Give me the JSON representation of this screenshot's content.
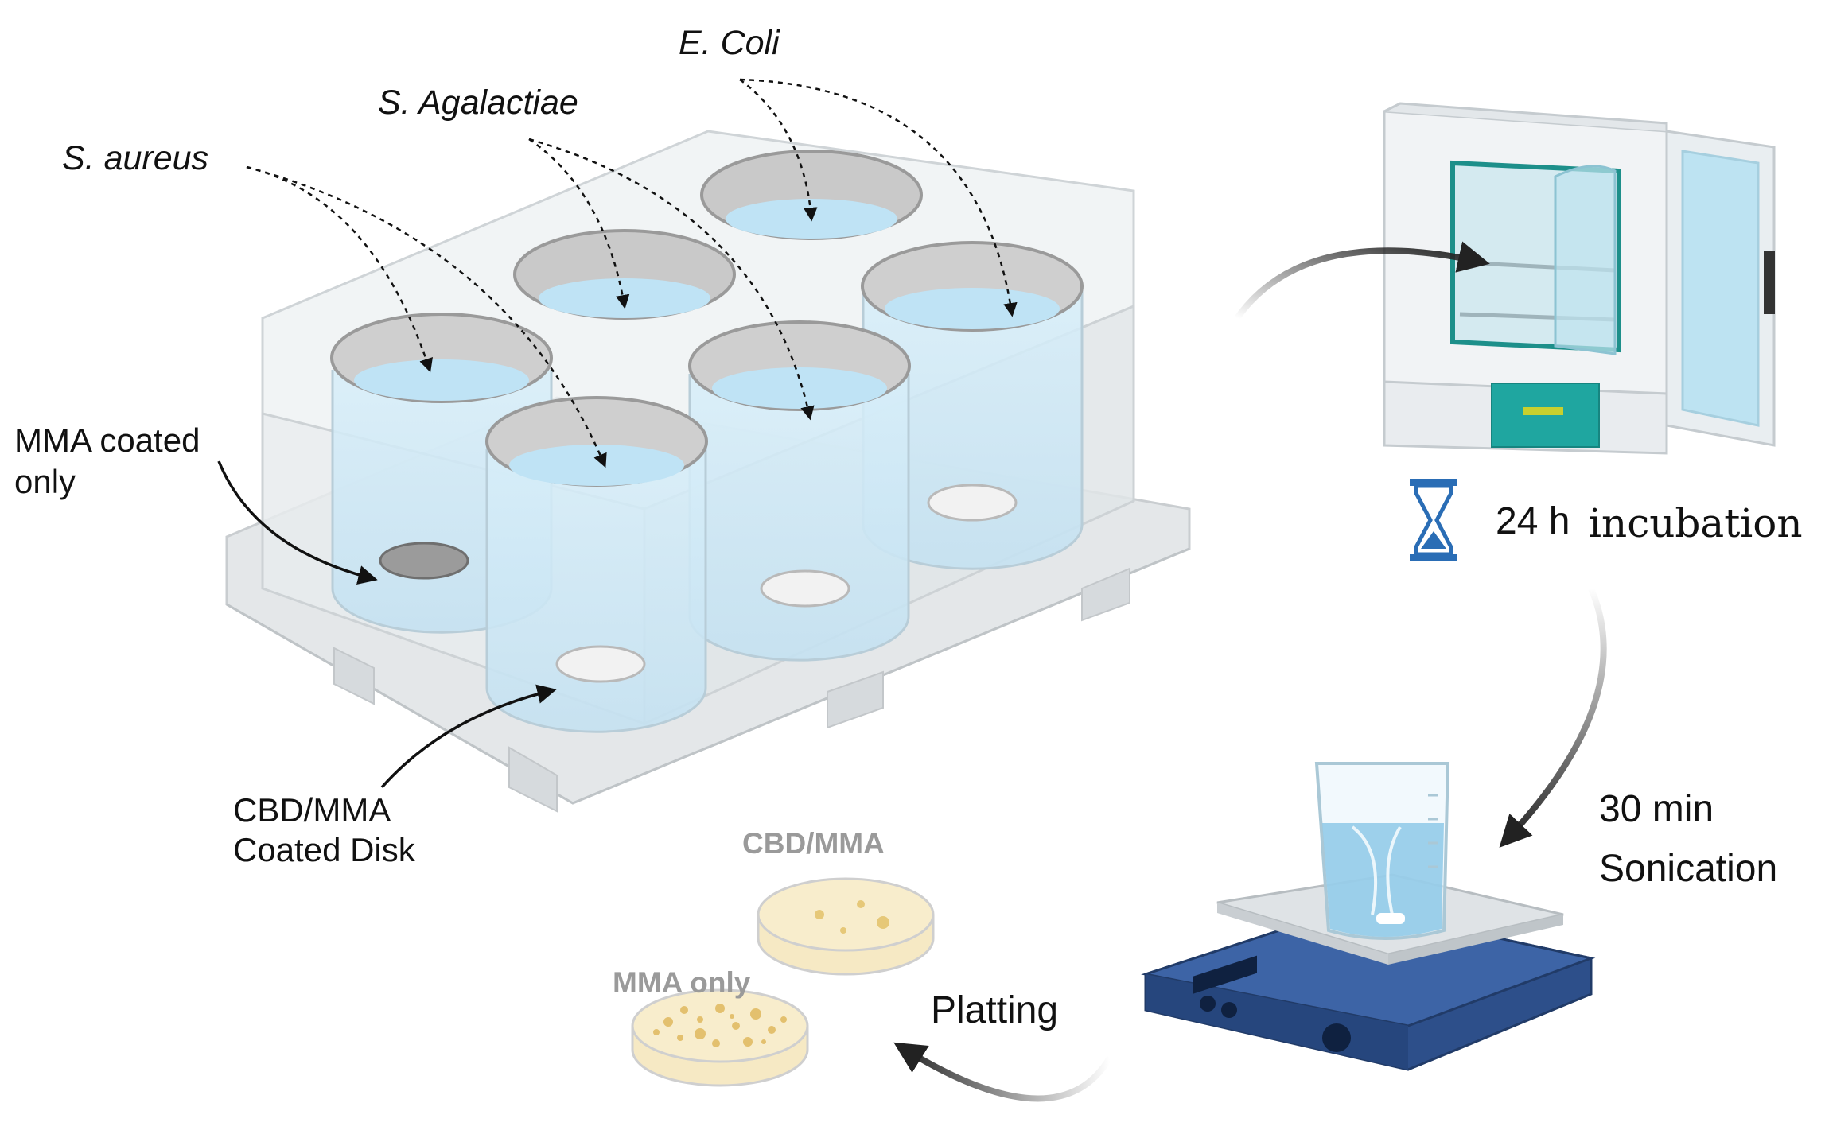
{
  "labels": {
    "s_aureus": "S. aureus",
    "s_agalactiae": "S. Agalactiae",
    "e_coli": "E. Coli",
    "mma_coated_line1": "MMA coated",
    "mma_coated_line2": "only",
    "cbd_disk_line1": "CBD/MMA",
    "cbd_disk_line2": "Coated Disk",
    "incubation_hours": "24 h",
    "incubation_word": "incubation",
    "sonication_line1": "30 min",
    "sonication_line2": "Sonication",
    "platting": "Platting",
    "plate_cbd": "CBD/MMA",
    "plate_mma": "MMA only"
  },
  "colors": {
    "well_liquid": "#cbe6f4",
    "well_liquid_top": "#9fd0ec",
    "plate_body": "#e9ecee",
    "incubator_teal": "#1fa6a0",
    "hotplate_blue": "#2d4f8a",
    "hourglass_blue": "#2a6db5",
    "agar": "#f5e7bf",
    "colony": "#e6c878"
  },
  "icons": [
    "well-plate-icon",
    "incubator-icon",
    "hourglass-icon",
    "beaker-icon",
    "hotplate-stirrer-icon",
    "petri-dish-icon"
  ]
}
